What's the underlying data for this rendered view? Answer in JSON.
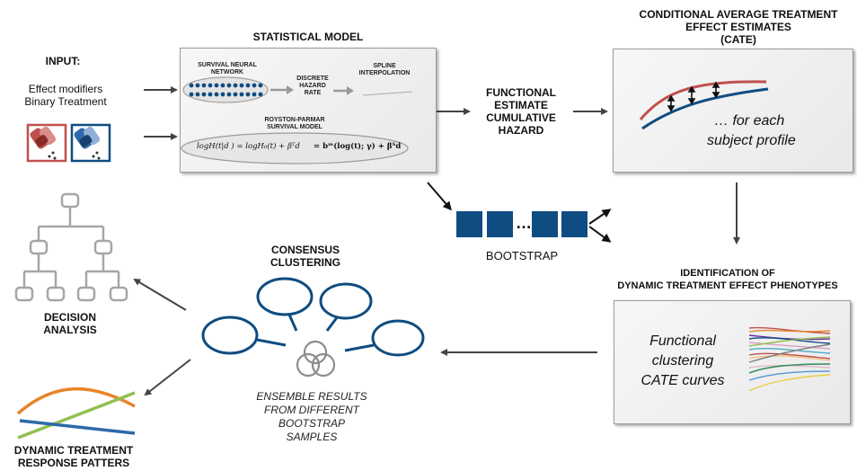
{
  "input": {
    "title": "INPUT:",
    "line1": "Effect modifiers",
    "line2": "Binary Treatment"
  },
  "statistical_model": {
    "title": "STATISTICAL MODEL",
    "nn_label": "SURVIVAL NEURAL NETWORK",
    "discrete_label": "DISCRETE HAZARD RATE",
    "spline_label": "SPLINE INTERPOLATION",
    "rp_label": "ROYSTON-PARMAR SURVIVAL MODEL",
    "formula_left": "logH(t|d ) = logH₀(t) + βᵀd",
    "formula_right": "= bᵐ(log(t); γ) + βᵀd"
  },
  "functional_estimate": {
    "line1": "FUNCTIONAL",
    "line2": "ESTIMATE",
    "line3": "CUMULATIVE",
    "line4": "HAZARD"
  },
  "cate": {
    "title1": "CONDITIONAL AVERAGE TREATMENT",
    "title2": "EFFECT ESTIMATES",
    "title3": "(CATE)",
    "caption1": "… for each",
    "caption2": "subject profile"
  },
  "bootstrap": {
    "label": "BOOTSTRAP",
    "ellipsis": "…"
  },
  "identification": {
    "title1": "IDENTIFICATION OF",
    "title2": "DYNAMIC TREATMENT EFFECT PHENOTYPES",
    "caption1": "Functional",
    "caption2": "clustering",
    "caption3": "CATE curves"
  },
  "consensus": {
    "title1": "CONSENSUS",
    "title2": "CLUSTERING",
    "caption1": "ENSEMBLE RESULTS",
    "caption2": "FROM DIFFERENT",
    "caption3": "BOOTSTRAP",
    "caption4": "SAMPLES"
  },
  "decision": {
    "line1": "DECISION",
    "line2": "ANALYSIS"
  },
  "patterns": {
    "line1": "DYNAMIC TREATMENT",
    "line2": "RESPONSE PATTERS"
  },
  "colors": {
    "navy": "#0f4c81",
    "red": "#c0504d",
    "arrow": "#444444",
    "grey_icon": "#a6a6a6"
  }
}
